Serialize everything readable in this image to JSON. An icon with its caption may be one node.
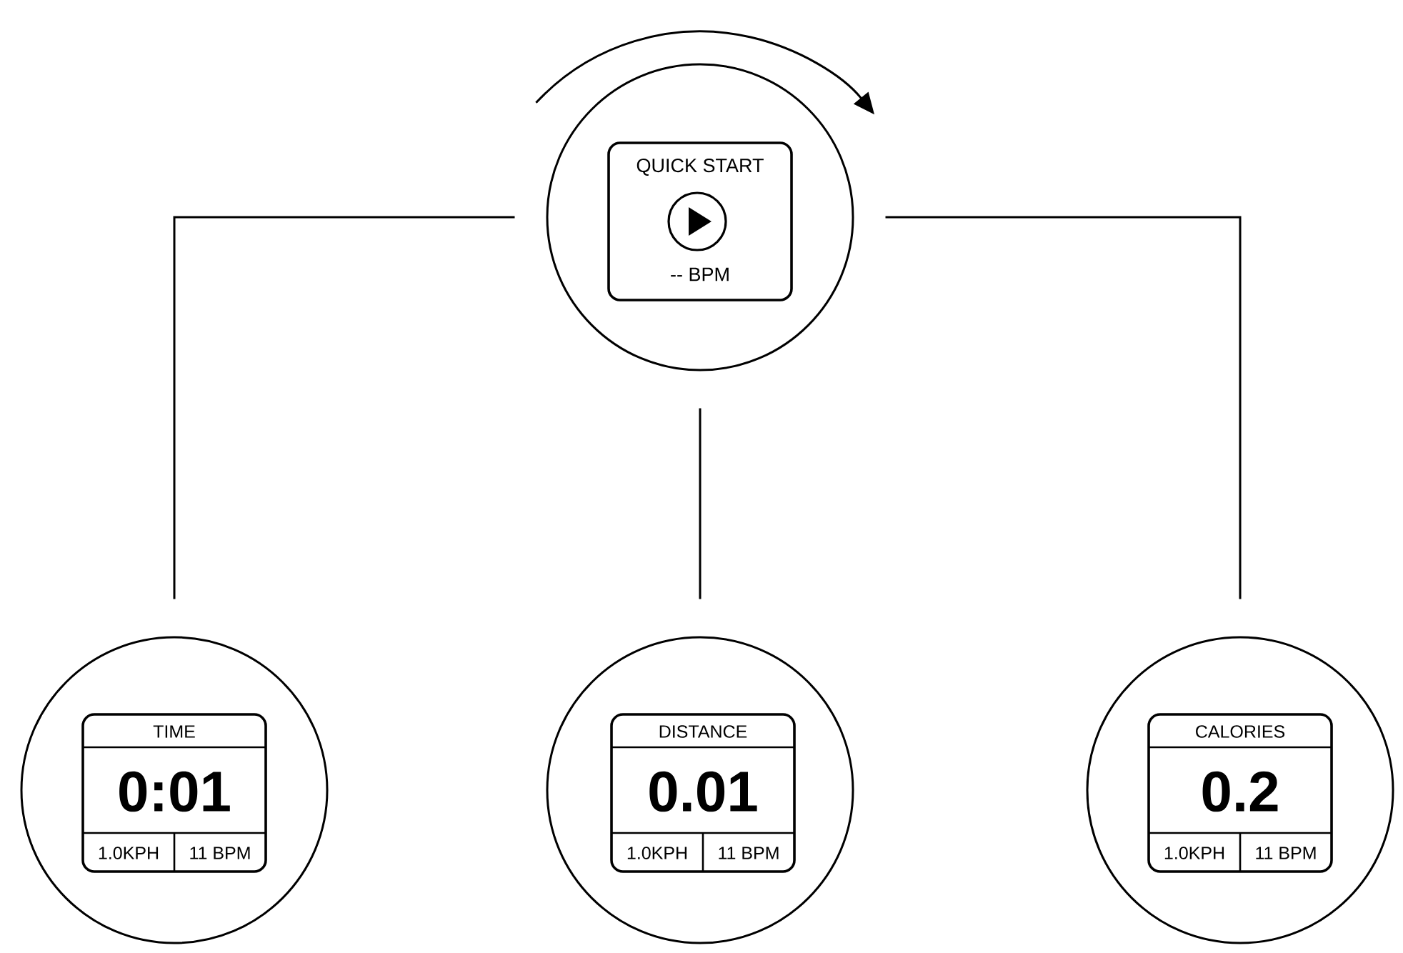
{
  "diagram": {
    "nodes": [
      {
        "text": [],
        "shape": "circle"
      },
      {
        "text": [
          "QUICK START",
          "-- BPM"
        ],
        "in": 0
      },
      {
        "text": [],
        "shape": "circle"
      },
      {
        "text": [
          "TIME",
          "0:01",
          "1.0KPH",
          "11 BPM"
        ],
        "in": 2
      },
      {
        "text": [],
        "shape": "circle"
      },
      {
        "text": [
          "DISTANCE",
          "0.01",
          "1.0KPH",
          "11 BPM"
        ],
        "in": 4
      },
      {
        "text": [],
        "shape": "circle"
      },
      {
        "text": [
          "CALORIES",
          "0.2",
          "1.0KPH",
          "11 BPM"
        ],
        "in": 6
      }
    ],
    "edges": [
      {
        "from": 0,
        "to": 2,
        "arrow": "none"
      },
      {
        "from": 0,
        "to": 4,
        "arrow": "none"
      },
      {
        "from": 0,
        "to": 6,
        "arrow": "none"
      }
    ]
  }
}
